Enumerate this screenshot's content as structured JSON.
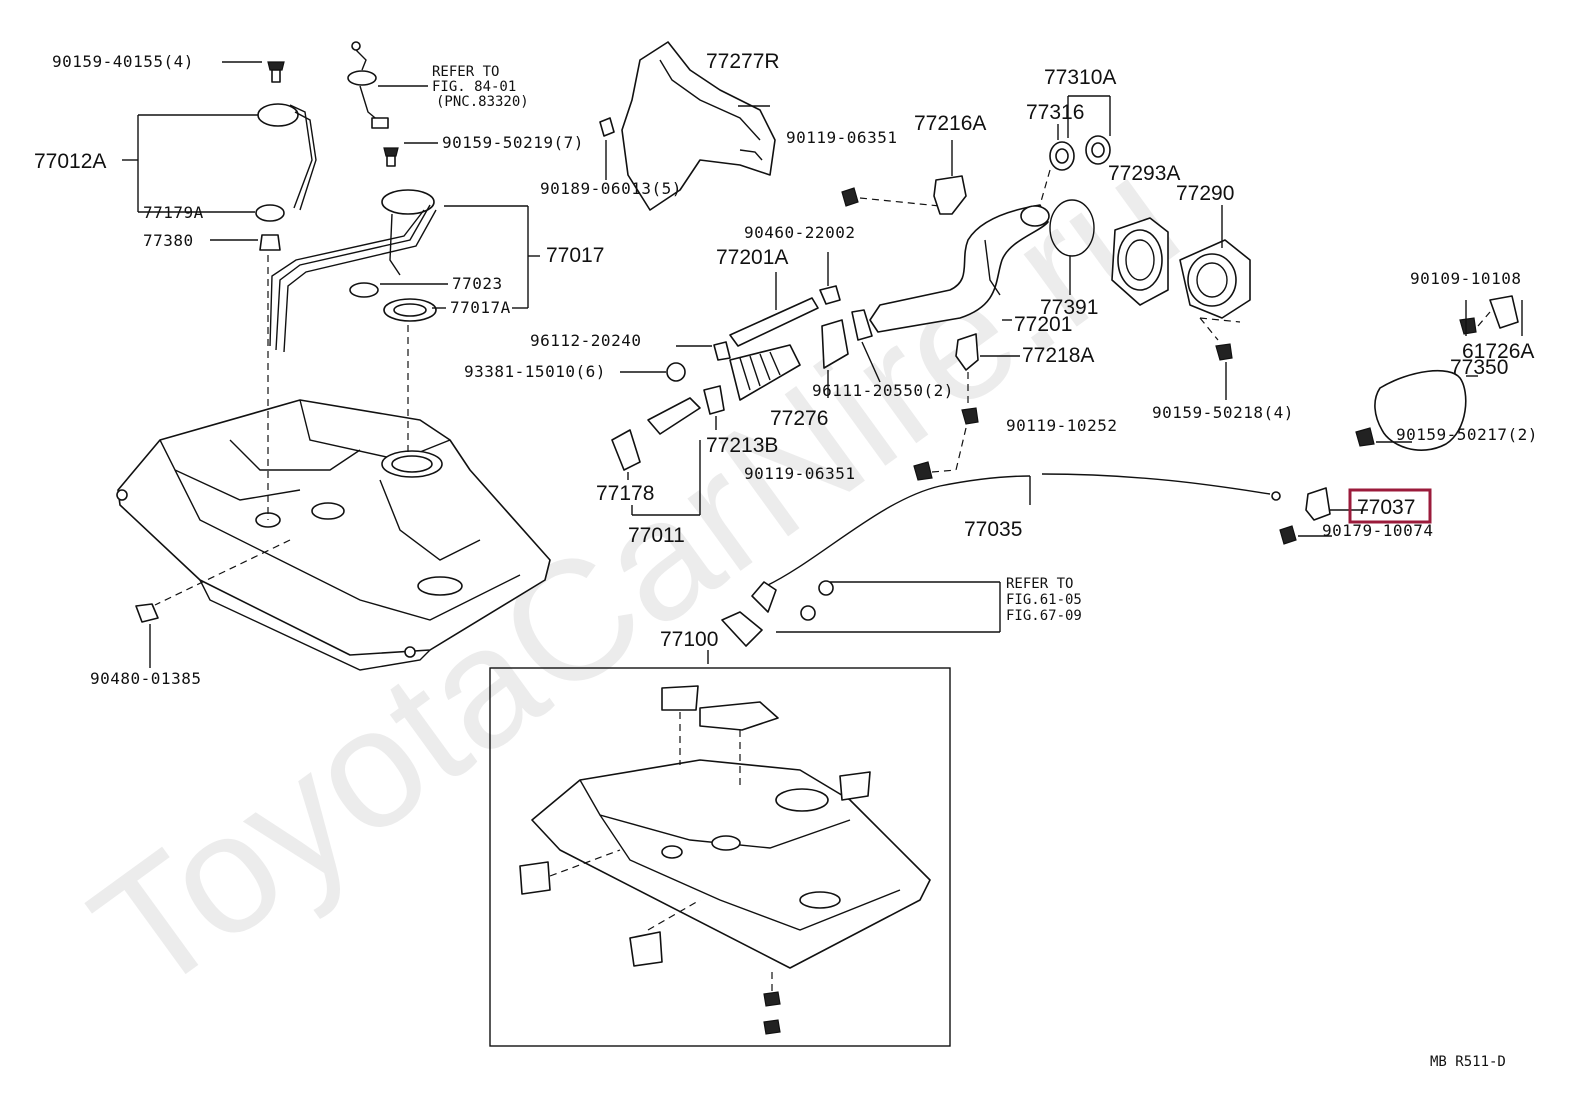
{
  "watermark": "ToyotaCarNire.ru",
  "diagram_code": "MB R511-D",
  "highlighted_part": "77037",
  "labels": {
    "p90159_40155": "90159-40155(4)",
    "p77012A": "77012A",
    "p77179A": "77179A",
    "p77380": "77380",
    "refer_84_01_a": "REFER TO",
    "refer_84_01_b": "FIG. 84-01",
    "refer_84_01_c": "(PNC.83320)",
    "p90159_50219": "90159-50219(7)",
    "p77017": "77017",
    "p77023": "77023",
    "p77017A": "77017A",
    "p77277R": "77277R",
    "p90189_06013": "90189-06013(5)",
    "p90119_06351_a": "90119-06351",
    "p77216A": "77216A",
    "p77310A": "77310A",
    "p77316": "77316",
    "p77293A": "77293A",
    "p77290": "77290",
    "p90460_22002": "90460-22002",
    "p77201A": "77201A",
    "p96112_20240": "96112-20240",
    "p93381_15010": "93381-15010(6)",
    "p77391": "77391",
    "p77201": "77201",
    "p90109_10108": "90109-10108",
    "p61726A": "61726A",
    "p77218A": "77218A",
    "p77350": "77350",
    "p96111_20550": "96111-20550(2)",
    "p77276": "77276",
    "p90159_50218": "90159-50218(4)",
    "p90119_10252": "90119-10252",
    "p90159_50217": "90159-50217(2)",
    "p77213B": "77213B",
    "p90119_06351_b": "90119-06351",
    "p77178": "77178",
    "p77011": "77011",
    "p77035": "77035",
    "p77037": "77037",
    "p90179_10074": "90179-10074",
    "refer_61_a": "REFER TO",
    "refer_61_b": "FIG.61-05",
    "refer_61_c": "FIG.67-09",
    "p77100": "77100",
    "p90480_01385": "90480-01385"
  },
  "colors": {
    "highlight": "#9b1b3b",
    "ink": "#111111",
    "background": "#ffffff"
  }
}
